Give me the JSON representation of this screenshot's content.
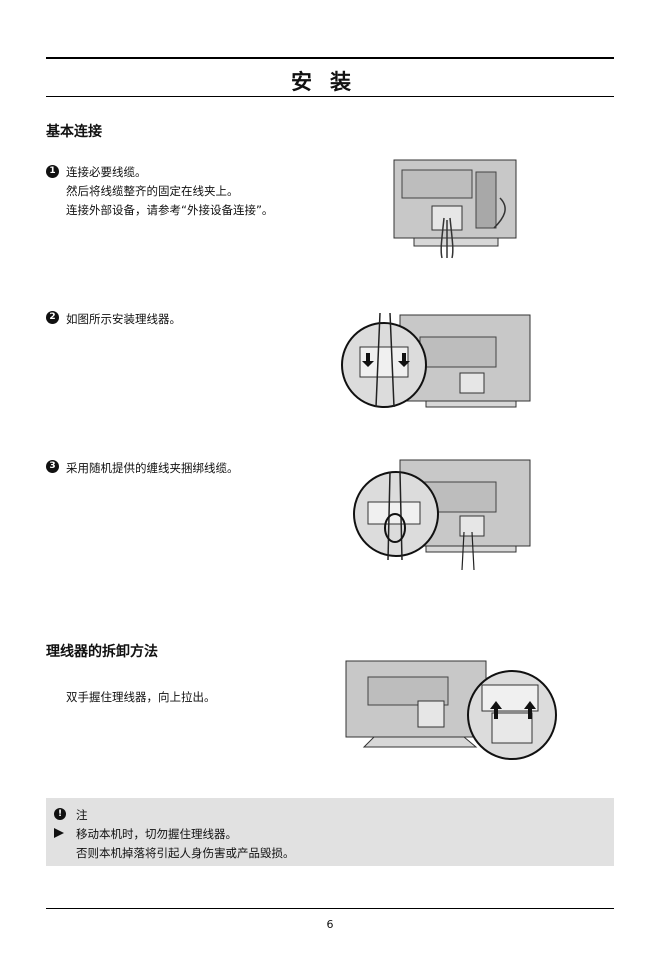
{
  "header": {
    "title": "安装"
  },
  "section1": {
    "heading": "基本连接",
    "steps": [
      {
        "marker": "1",
        "lines": [
          "连接必要线缆。",
          "然后将线缆整齐的固定在线夹上。",
          "连接外部设备，请参考“外接设备连接”。"
        ]
      },
      {
        "marker": "2",
        "lines": [
          "如图所示安装理线器。"
        ]
      },
      {
        "marker": "3",
        "lines": [
          "采用随机提供的缠线夹捆绑线缆。"
        ]
      }
    ]
  },
  "section2": {
    "heading": "理线器的拆卸方法",
    "text": "双手握住理线器，向上拉出。"
  },
  "note": {
    "icon_text": "!",
    "label": "注",
    "lines": [
      "移动本机时，切勿握住理线器。",
      "否则本机掉落将引起人身伤害或产品毁损。"
    ]
  },
  "footer": {
    "page_number": "6"
  }
}
